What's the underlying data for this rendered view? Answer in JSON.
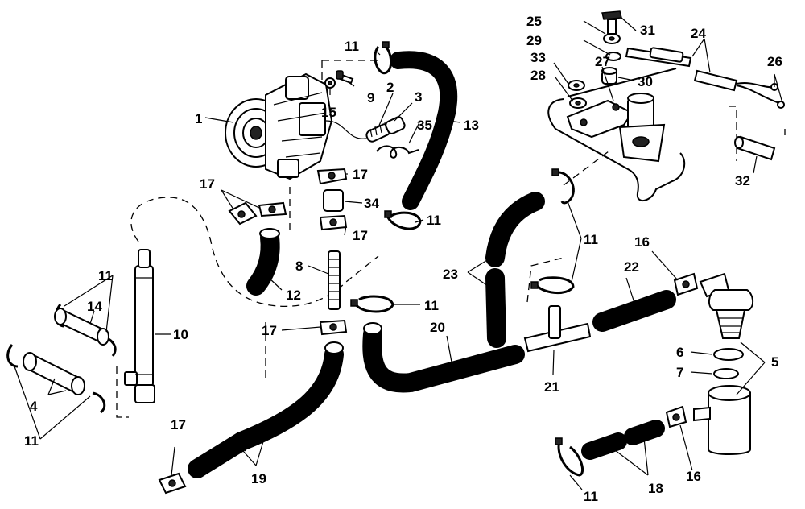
{
  "callouts": [
    {
      "id": "c1",
      "text": "1"
    },
    {
      "id": "c2",
      "text": "2"
    },
    {
      "id": "c3",
      "text": "3"
    },
    {
      "id": "c4",
      "text": "4"
    },
    {
      "id": "c5",
      "text": "5"
    },
    {
      "id": "c6",
      "text": "6"
    },
    {
      "id": "c7",
      "text": "7"
    },
    {
      "id": "c8",
      "text": "8"
    },
    {
      "id": "c9",
      "text": "9"
    },
    {
      "id": "c10",
      "text": "10"
    },
    {
      "id": "c11a",
      "text": "11"
    },
    {
      "id": "c11b",
      "text": "11"
    },
    {
      "id": "c11c",
      "text": "11"
    },
    {
      "id": "c11d",
      "text": "11"
    },
    {
      "id": "c11e",
      "text": "11"
    },
    {
      "id": "c11f",
      "text": "11"
    },
    {
      "id": "c11g",
      "text": "11"
    },
    {
      "id": "c12",
      "text": "12"
    },
    {
      "id": "c13",
      "text": "13"
    },
    {
      "id": "c14",
      "text": "14"
    },
    {
      "id": "c15",
      "text": "15"
    },
    {
      "id": "c16a",
      "text": "16"
    },
    {
      "id": "c16b",
      "text": "16"
    },
    {
      "id": "c17a",
      "text": "17"
    },
    {
      "id": "c17b",
      "text": "17"
    },
    {
      "id": "c17c",
      "text": "17"
    },
    {
      "id": "c17d",
      "text": "17"
    },
    {
      "id": "c17e",
      "text": "17"
    },
    {
      "id": "c18",
      "text": "18"
    },
    {
      "id": "c19",
      "text": "19"
    },
    {
      "id": "c20",
      "text": "20"
    },
    {
      "id": "c21",
      "text": "21"
    },
    {
      "id": "c22",
      "text": "22"
    },
    {
      "id": "c23",
      "text": "23"
    },
    {
      "id": "c24",
      "text": "24"
    },
    {
      "id": "c25",
      "text": "25"
    },
    {
      "id": "c26",
      "text": "26"
    },
    {
      "id": "c27",
      "text": "27"
    },
    {
      "id": "c28",
      "text": "28"
    },
    {
      "id": "c29",
      "text": "29"
    },
    {
      "id": "c30",
      "text": "30"
    },
    {
      "id": "c31",
      "text": "31"
    },
    {
      "id": "c32",
      "text": "32"
    },
    {
      "id": "c33",
      "text": "33"
    },
    {
      "id": "c34",
      "text": "34"
    },
    {
      "id": "c35",
      "text": "35"
    }
  ]
}
